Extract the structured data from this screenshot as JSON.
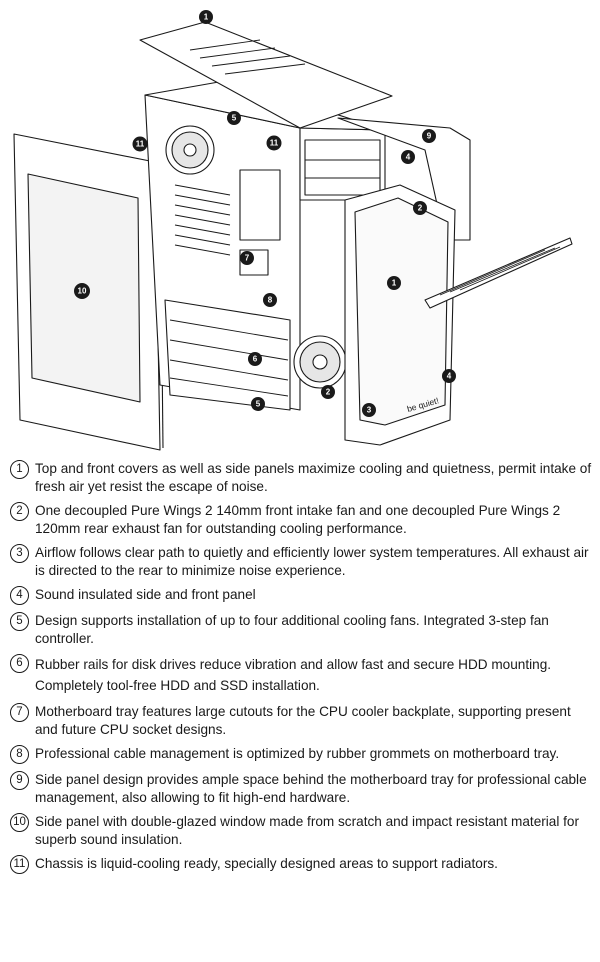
{
  "diagram": {
    "brand_label": "be quiet!",
    "markers": [
      "1",
      "1",
      "4",
      "4",
      "5",
      "5",
      "6",
      "7",
      "8",
      "9",
      "10",
      "11",
      "11",
      "2",
      "2",
      "3"
    ]
  },
  "features": [
    {
      "num": "1",
      "text": "Top and front covers as well as side panels maximize cooling and quietness, permit intake of fresh air yet resist the escape of noise."
    },
    {
      "num": "2",
      "text": "One decoupled Pure Wings 2 140mm front intake fan and one decoupled Pure Wings 2 120mm rear exhaust fan for outstanding cooling performance."
    },
    {
      "num": "3",
      "text": "Airflow follows clear path to quietly and efficiently lower system temperatures. All exhaust air is directed to the rear to minimize noise experience."
    },
    {
      "num": "4",
      "text": "Sound insulated side and front panel"
    },
    {
      "num": "5",
      "text": "Design supports installation of up to four additional cooling fans. Integrated 3-step fan controller."
    },
    {
      "num": "6",
      "text": "Rubber rails for disk drives reduce vibration and allow fast and secure HDD mounting. Completely tool-free HDD and SSD installation."
    },
    {
      "num": "7",
      "text": "Motherboard tray features large cutouts for the CPU cooler backplate, supporting present and future CPU socket designs."
    },
    {
      "num": "8",
      "text": "Professional cable management is optimized by rubber grommets on motherboard tray."
    },
    {
      "num": "9",
      "text": "Side panel design provides ample space behind the motherboard tray for professional cable management, also allowing to fit high-end hardware."
    },
    {
      "num": "10",
      "text": "Side panel with double-glazed window made from scratch and impact resistant material for superb sound insulation."
    },
    {
      "num": "11",
      "text": "Chassis is liquid-cooling ready, specially designed areas to support radiators."
    }
  ]
}
